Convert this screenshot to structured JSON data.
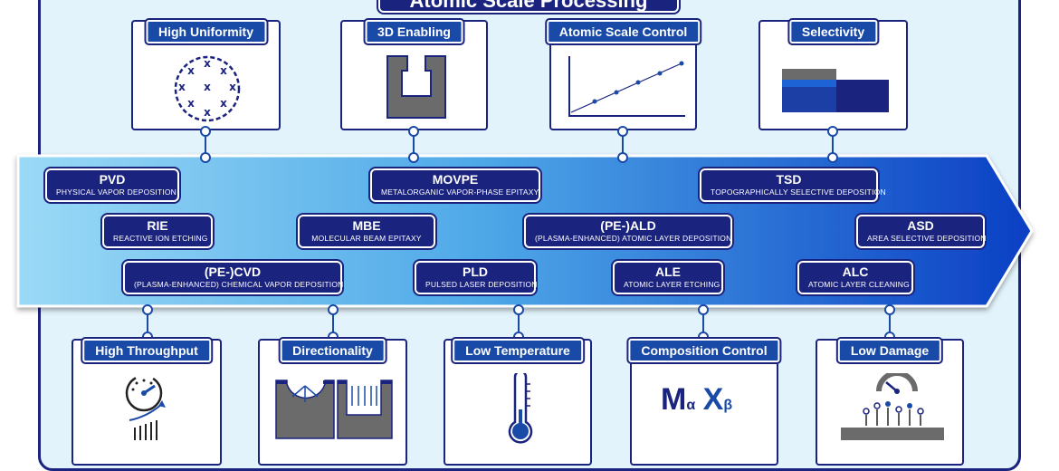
{
  "title": "Atomic Scale Processing",
  "top_cards": [
    {
      "label": "High Uniformity",
      "icon": "wafer-uniformity-icon"
    },
    {
      "label": "3D Enabling",
      "icon": "trench-structure-icon"
    },
    {
      "label": "Atomic Scale Control",
      "icon": "linear-growth-plot-icon"
    },
    {
      "label": "Selectivity",
      "icon": "selective-layers-icon"
    }
  ],
  "bottom_cards": [
    {
      "label": "High Throughput",
      "icon": "speedometer-icon"
    },
    {
      "label": "Directionality",
      "icon": "directional-etch-icon"
    },
    {
      "label": "Low Temperature",
      "icon": "thermometer-icon"
    },
    {
      "label": "Composition Control",
      "icon": "stoichiometry-icon",
      "formula": {
        "m": "M",
        "alpha": "α",
        "x": "X",
        "beta": "β"
      }
    },
    {
      "label": "Low Damage",
      "icon": "low-damage-icon"
    }
  ],
  "techniques": [
    {
      "abbr": "PVD",
      "full": "PHYSICAL VAPOR DEPOSITION"
    },
    {
      "abbr": "MOVPE",
      "full": "METALORGANIC VAPOR-PHASE EPITAXY"
    },
    {
      "abbr": "TSD",
      "full": "TOPOGRAPHICALLY SELECTIVE DEPOSITION"
    },
    {
      "abbr": "RIE",
      "full": "REACTIVE ION ETCHING"
    },
    {
      "abbr": "MBE",
      "full": "MOLECULAR BEAM EPITAXY"
    },
    {
      "abbr": "(PE-)ALD",
      "full": "(PLASMA-ENHANCED) ATOMIC LAYER DEPOSITION"
    },
    {
      "abbr": "ASD",
      "full": "AREA SELECTIVE DEPOSITION"
    },
    {
      "abbr": "(PE-)CVD",
      "full": "(PLASMA-ENHANCED) CHEMICAL VAPOR DEPOSITION"
    },
    {
      "abbr": "PLD",
      "full": "PULSED LASER DEPOSITION"
    },
    {
      "abbr": "ALE",
      "full": "ATOMIC LAYER ETCHING"
    },
    {
      "abbr": "ALC",
      "full": "ATOMIC LAYER CLEANING"
    }
  ],
  "colors": {
    "navy": "#1a237e",
    "blue": "#1a4aa8",
    "arrow_light": "#8fd3f4",
    "arrow_dark": "#0d47c9",
    "background": "#e3f3fb"
  }
}
